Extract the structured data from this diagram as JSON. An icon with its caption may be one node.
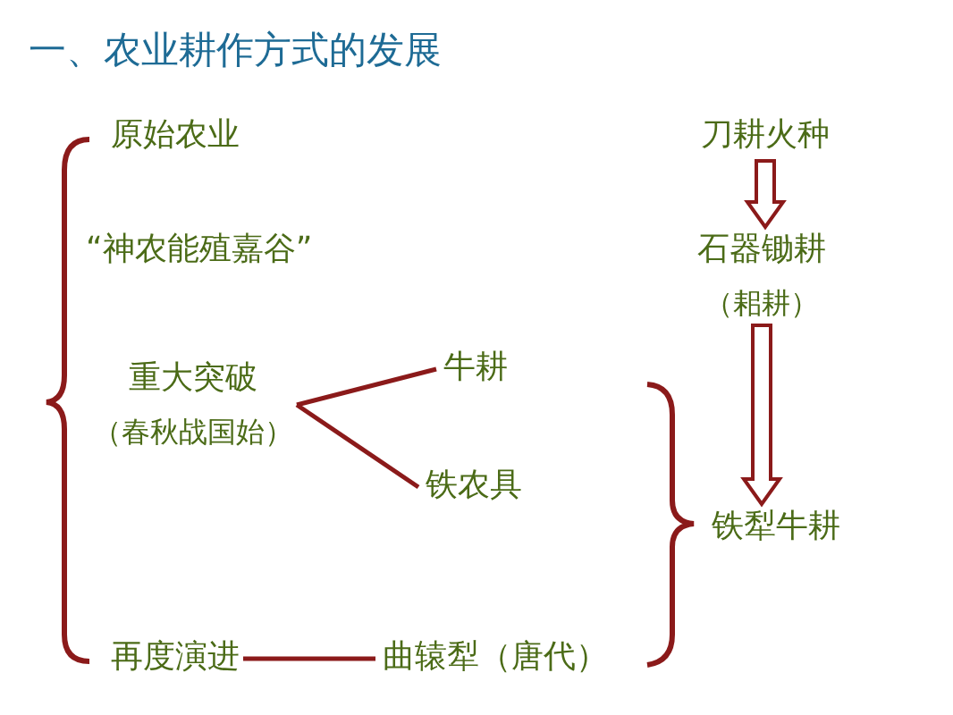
{
  "diagram": {
    "title": "一、农业耕作方式的发展",
    "nodes": [
      {
        "text": [
          "原始农业"
        ]
      },
      {
        "text": [
          "“神农能殖嘉谷”"
        ]
      },
      {
        "text": [
          "重大突破",
          "（春秋战国始）"
        ]
      },
      {
        "text": [
          "牛耕"
        ]
      },
      {
        "text": [
          "铁农具"
        ]
      },
      {
        "text": [
          "再度演进"
        ]
      },
      {
        "text": [
          "曲辕犁（唐代）"
        ]
      },
      {
        "text": [
          "刀耕火种"
        ]
      },
      {
        "text": [
          "石器锄耕",
          "（耜耕）"
        ]
      },
      {
        "text": [
          "铁犁牛耕"
        ]
      }
    ],
    "edges": [
      {
        "from": 7,
        "to": 8,
        "arrow": "to",
        "style": "thick"
      },
      {
        "from": 8,
        "to": 9,
        "arrow": "to",
        "style": "thick"
      },
      {
        "from": 2,
        "to": 3,
        "arrow": "none"
      },
      {
        "from": 2,
        "to": 4,
        "arrow": "none"
      },
      {
        "from": 5,
        "to": 6,
        "arrow": "none"
      }
    ]
  }
}
